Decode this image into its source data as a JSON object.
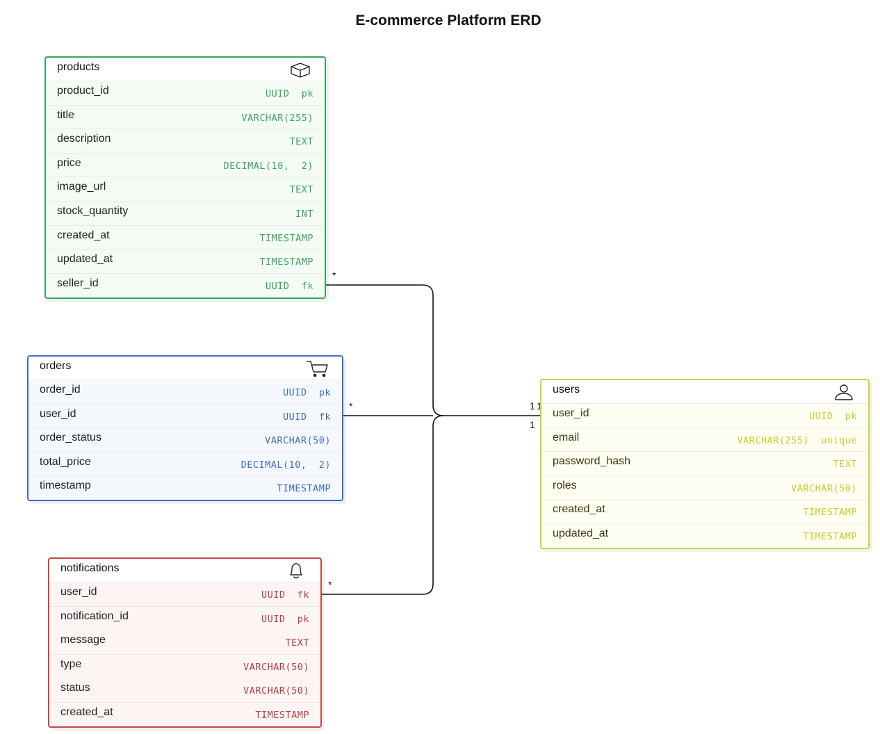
{
  "title": "E-commerce Platform ERD",
  "colors": {
    "products": "#3aa55a",
    "orders": "#3b6fc0",
    "notifications": "#c0474a",
    "users": "#cfd23a",
    "connector": "#111111"
  },
  "entities": {
    "products": {
      "name": "products",
      "icon": "box-icon",
      "columns": [
        {
          "name": "product_id",
          "type": "UUID  pk"
        },
        {
          "name": "title",
          "type": "VARCHAR(255)"
        },
        {
          "name": "description",
          "type": "TEXT"
        },
        {
          "name": "price",
          "type": "DECIMAL(10,  2)"
        },
        {
          "name": "image_url",
          "type": "TEXT"
        },
        {
          "name": "stock_quantity",
          "type": "INT"
        },
        {
          "name": "created_at",
          "type": "TIMESTAMP"
        },
        {
          "name": "updated_at",
          "type": "TIMESTAMP"
        },
        {
          "name": "seller_id",
          "type": "UUID  fk"
        }
      ]
    },
    "orders": {
      "name": "orders",
      "icon": "shopping-cart-icon",
      "columns": [
        {
          "name": "order_id",
          "type": "UUID  pk"
        },
        {
          "name": "user_id",
          "type": "UUID  fk"
        },
        {
          "name": "order_status",
          "type": "VARCHAR(50)"
        },
        {
          "name": "total_price",
          "type": "DECIMAL(10,  2)"
        },
        {
          "name": "timestamp",
          "type": "TIMESTAMP"
        }
      ]
    },
    "notifications": {
      "name": "notifications",
      "icon": "bell-icon",
      "columns": [
        {
          "name": "user_id",
          "type": "UUID  fk"
        },
        {
          "name": "notification_id",
          "type": "UUID  pk"
        },
        {
          "name": "message",
          "type": "TEXT"
        },
        {
          "name": "type",
          "type": "VARCHAR(50)"
        },
        {
          "name": "status",
          "type": "VARCHAR(50)"
        },
        {
          "name": "created_at",
          "type": "TIMESTAMP"
        }
      ]
    },
    "users": {
      "name": "users",
      "icon": "user-icon",
      "columns": [
        {
          "name": "user_id",
          "type": "UUID  pk"
        },
        {
          "name": "email",
          "type": "VARCHAR(255)  unique"
        },
        {
          "name": "password_hash",
          "type": "TEXT"
        },
        {
          "name": "roles",
          "type": "VARCHAR(50)"
        },
        {
          "name": "created_at",
          "type": "TIMESTAMP"
        },
        {
          "name": "updated_at",
          "type": "TIMESTAMP"
        }
      ]
    }
  },
  "relationships": [
    {
      "from": "products.seller_id",
      "to": "users.user_id",
      "from_cardinality": "*",
      "to_cardinality": "1"
    },
    {
      "from": "orders.user_id",
      "to": "users.user_id",
      "from_cardinality": "*",
      "to_cardinality": "1"
    },
    {
      "from": "notifications.user_id",
      "to": "users.user_id",
      "from_cardinality": "*",
      "to_cardinality": "1"
    }
  ]
}
